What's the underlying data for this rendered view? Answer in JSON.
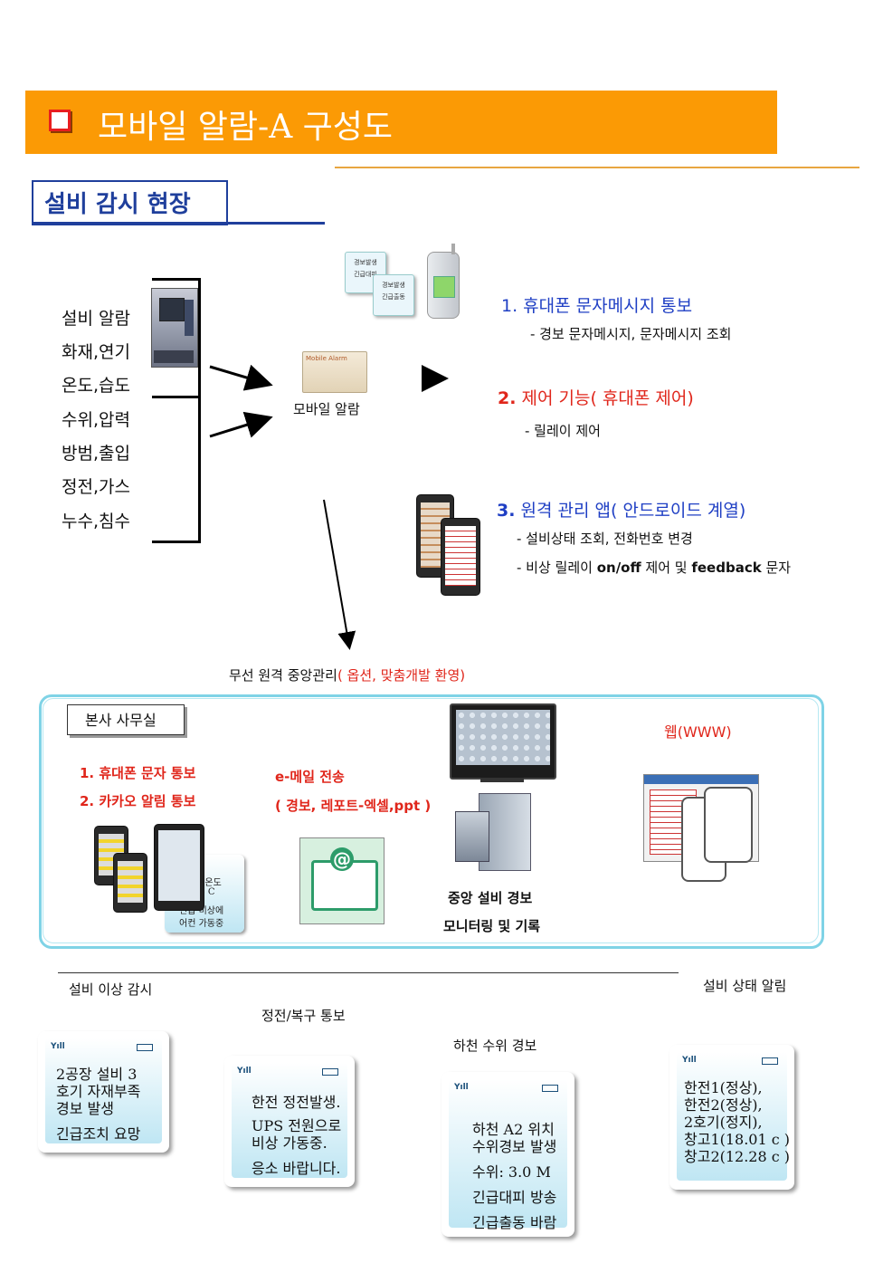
{
  "header": {
    "title": "모바일 알람-A 구성도",
    "section_title": "설비 감시 현장"
  },
  "sensors": [
    "설비 알람",
    "화재,연기",
    "온도,습도",
    "수위,압력",
    "방범,출입",
    "정전,가스",
    "누수,침수"
  ],
  "device": {
    "label": "모바일 알람",
    "device_print": "Mobile Alarm"
  },
  "mini_cards": [
    {
      "line1": "경보발생",
      "line2": "긴급대피"
    },
    {
      "line1": "경보발생",
      "line2": "긴급출동"
    }
  ],
  "features": [
    {
      "title": "1. 휴대폰 문자메시지  통보",
      "sub": "- 경보 문자메시지, 문자메시지 조회"
    },
    {
      "title_num": "2.",
      "title_text": " 제어 기능( 휴대폰 제어)",
      "sub": "- 릴레이 제어"
    },
    {
      "title_num": "3.",
      "title_text": " 원격 관리 앱( 안드로이드 계열)",
      "sub1": "- 설비상태 조회, 전화번호 변경",
      "sub2_a": "- 비상 릴레이 ",
      "sub2_b": "on/off",
      "sub2_c": " 제어 및 ",
      "sub2_d": "feedback",
      "sub2_e": " 문자"
    }
  ],
  "central": {
    "caption_a": "무선 원격 중앙관리",
    "caption_b": "( 옵션, 맞춤개발 환영)",
    "office": "본사 사무실",
    "notify1": "1.  휴대폰 문자 통보",
    "notify2": "2.  카카오 알림 통보",
    "email1": "e-메일 전송",
    "email2": "( 경보, 레포트-엑셀,ppt )",
    "email_symbol": "@",
    "monitor1": "중앙 설비 경보",
    "monitor2": "모니터링 및 기록",
    "web": "웹(WWW)",
    "overlay_sms": [
      "일 온도",
      "38 C",
      "긴급 비상에",
      "어컨 가동중"
    ]
  },
  "bottom": {
    "captions": [
      "설비 이상 감시",
      "정전/복구 통보",
      "하천 수위 경보",
      "설비 상태 알림"
    ],
    "signal_icon": "signal-bars-icon",
    "battery_icon": "battery-icon",
    "sms1": [
      "2공장 설비 3",
      "호기 자재부족",
      "경보 발생",
      "긴급조치 요망"
    ],
    "sms2": [
      "한전 정전발생.",
      "UPS 전원으로",
      "비상 가동중.",
      "응소 바랍니다."
    ],
    "sms3": [
      "하천 A2 위치",
      "수위경보 발생",
      "수위: 3.0 M",
      "긴급대피 방송",
      "긴급출동 바람"
    ],
    "sms4": [
      "한전1(정상),",
      "한전2(정상),",
      "2호기(정지),",
      "창고1(18.01 c )",
      "창고2(12.28 c )"
    ]
  },
  "colors": {
    "title_bar": "#fb9a05",
    "section_blue": "#1f3f9c",
    "feature_blue": "#1f3fc4",
    "alert_red": "#e0261b",
    "cloud_border": "#7fd3e6"
  }
}
